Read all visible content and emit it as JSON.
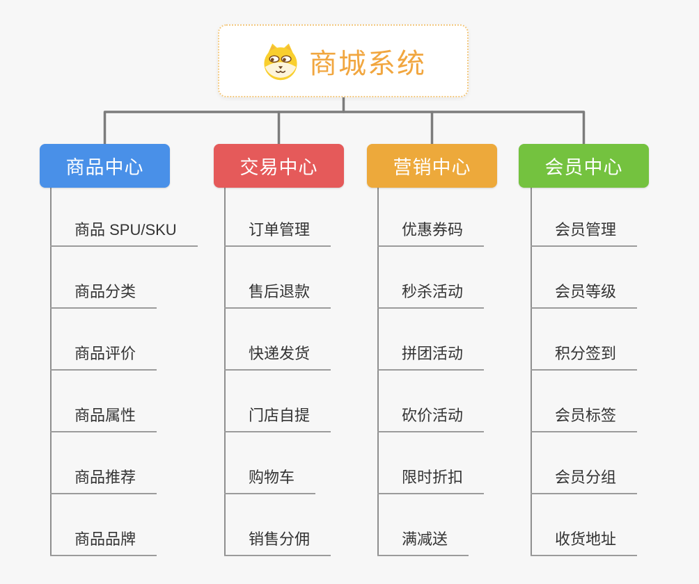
{
  "canvas": {
    "background": "#f7f7f7",
    "connector_color": "#7c7c7c",
    "leaf_line_color": "#9b9b9b",
    "leaf_text_color": "#333333"
  },
  "root": {
    "title": "商城系统",
    "icon": "dog-mascot-icon",
    "title_color": "#f1a63f",
    "border_color": "#f3c87e"
  },
  "branches": [
    {
      "label": "商品中心",
      "color": "#4990e8",
      "items": [
        "商品 SPU/SKU",
        "商品分类",
        "商品评价",
        "商品属性",
        "商品推荐",
        "商品品牌"
      ]
    },
    {
      "label": "交易中心",
      "color": "#e55a5a",
      "items": [
        "订单管理",
        "售后退款",
        "快递发货",
        "门店自提",
        "购物车",
        "销售分佣"
      ]
    },
    {
      "label": "营销中心",
      "color": "#eda93b",
      "items": [
        "优惠券码",
        "秒杀活动",
        "拼团活动",
        "砍价活动",
        "限时折扣",
        "满减送"
      ]
    },
    {
      "label": "会员中心",
      "color": "#74c23f",
      "items": [
        "会员管理",
        "会员等级",
        "积分签到",
        "会员标签",
        "会员分组",
        "收货地址"
      ]
    }
  ]
}
